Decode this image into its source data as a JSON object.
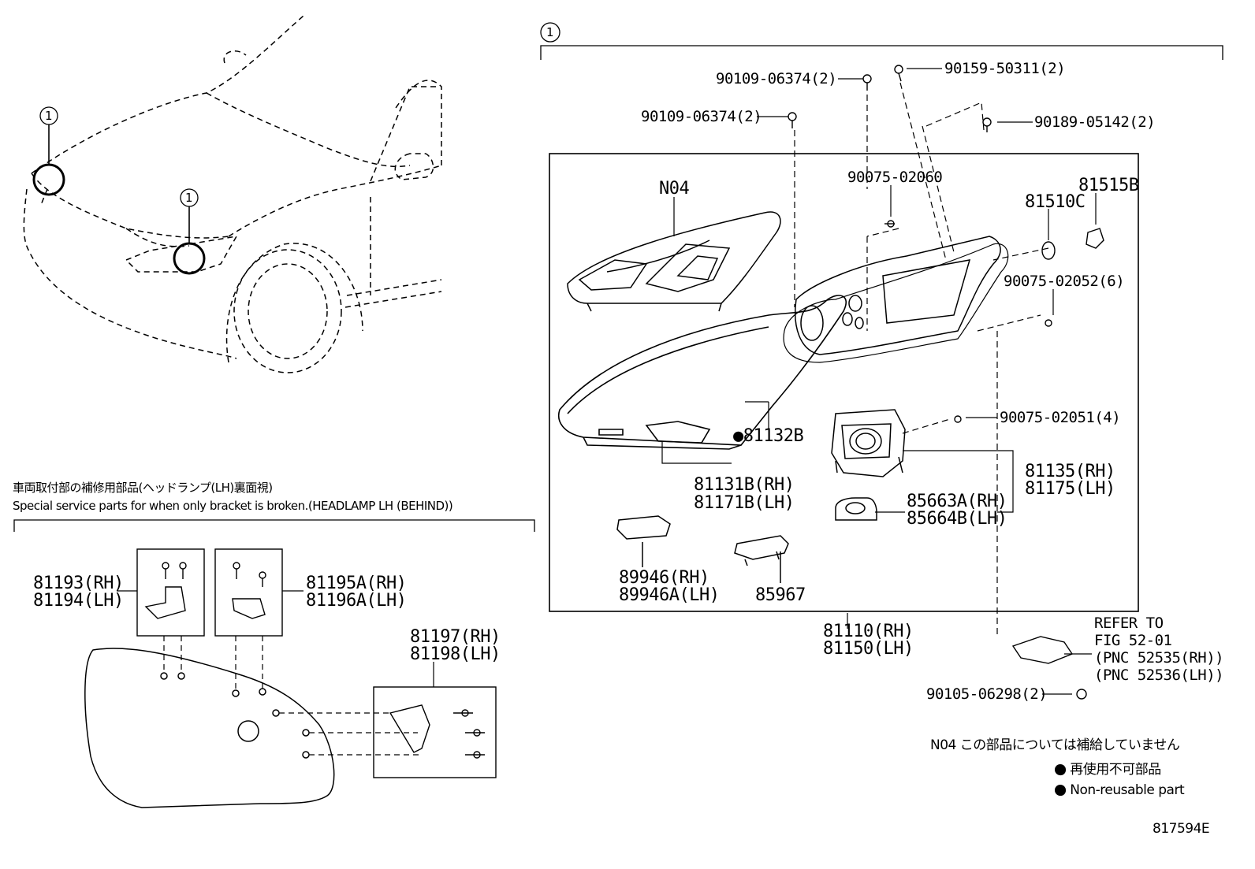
{
  "callout_ref": "1",
  "special_service": {
    "title_jp": "車両取付部の補修用部品(ヘッドランプ(LH)裏面視)",
    "title_en": "Special service parts for when only bracket is broken.(HEADLAMP LH (BEHIND))"
  },
  "parts": {
    "p90109a": "90109-06374(2)",
    "p90159": "90159-50311(2)",
    "p90109b": "90109-06374(2)",
    "p90189": "90189-05142(2)",
    "n04": "N04",
    "p90075_02060": "90075-02060",
    "p81510c": "81510C",
    "p81515b": "81515B",
    "p90075_02052": "90075-02052(6)",
    "p90075_02051": "90075-02051(4)",
    "p81132b": "●81132B",
    "p81131b": "81131B(RH)",
    "p81171b": "81171B(LH)",
    "p81135": "81135(RH)",
    "p81175": "81175(LH)",
    "p85663a": "85663A(RH)",
    "p85664b": "85664B(LH)",
    "p89946": "89946(RH)",
    "p89946a": "89946A(LH)",
    "p85967": "85967",
    "p81110": "81110(RH)",
    "p81150": "81150(LH)",
    "refer1": "REFER TO",
    "refer2": "FIG 52-01",
    "refer3": "(PNC 52535(RH))",
    "refer4": "(PNC 52536(LH))",
    "p90105": "90105-06298(2)",
    "p81193": "81193(RH)",
    "p81194": "81194(LH)",
    "p81195a": "81195A(RH)",
    "p81196a": "81196A(LH)",
    "p81197": "81197(RH)",
    "p81198": "81198(LH)"
  },
  "notes": {
    "n04_note": "N04 この部品については補給していません",
    "nonreuse_jp": "● 再使用不可部品",
    "nonreuse_en": "● Non-reusable part"
  },
  "figure_id": "817594E"
}
